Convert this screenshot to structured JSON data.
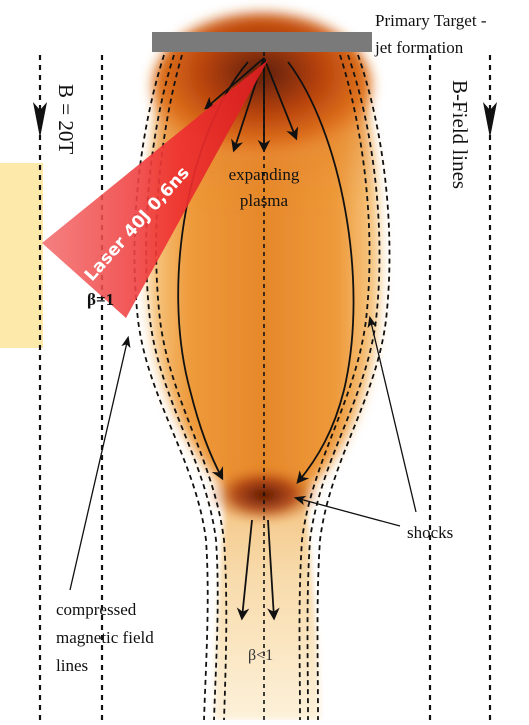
{
  "labels": {
    "primary_target_line1": "Primary Target -",
    "primary_target_line2": "jet formation",
    "b_field_strength": "B = 20T",
    "b_field_lines": "B-Field lines",
    "laser": "Laser 40J  0,6ns",
    "expanding_line1": "expanding",
    "expanding_line2": "plasma",
    "beta_one": "β=1",
    "shocks": "shocks",
    "compressed_line1": "compressed",
    "compressed_line2": "magnetic field",
    "compressed_line3": "lines",
    "beta_less_one": "β<1"
  },
  "colors": {
    "target": "#7a7a7a",
    "laser": "#ef2b2b",
    "plasma_core": "#e8952a",
    "plasma_edge": "#f7c98a",
    "side_box": "#fde9a9",
    "lines": "#111111"
  }
}
